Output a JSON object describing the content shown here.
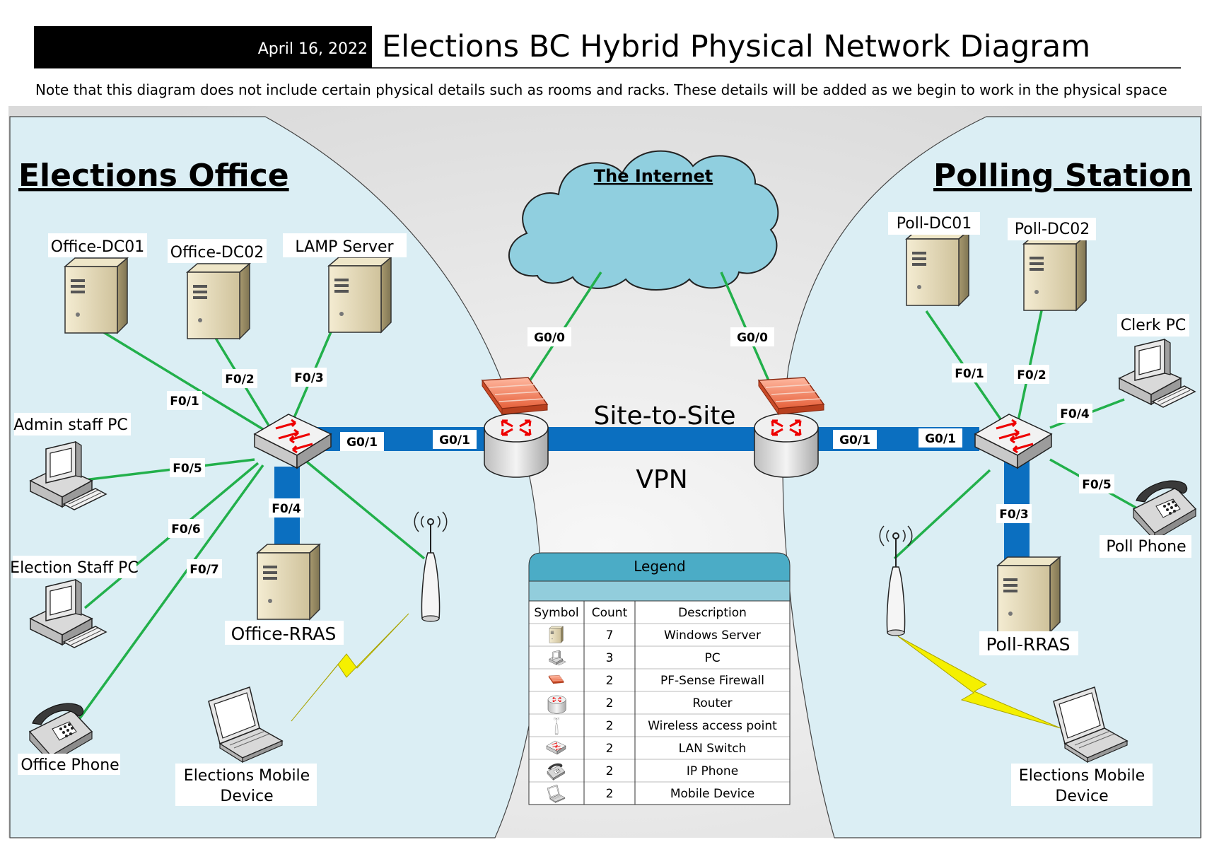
{
  "header": {
    "date": "April 16, 2022",
    "title": "Elections BC Hybrid Physical Network Diagram",
    "note": "Note that this diagram does not include certain physical details such as rooms and racks. These details will be added as we begin to work in the physical space"
  },
  "colors": {
    "zone_fill": "#dbeef4",
    "link_green": "#22b04b",
    "trunk_blue": "#0b6fc0",
    "cloud_fill": "#90cfdf",
    "legend_header": "#4bacc6",
    "legend_sub": "#92cddc",
    "bolt_yellow": "#f5f000"
  },
  "zones": {
    "office": "Elections Office",
    "poll": "Polling Station"
  },
  "cloud": {
    "label": "The Internet"
  },
  "vpn": {
    "line1": "Site-to-Site",
    "line2": "VPN"
  },
  "devices": {
    "office_dc01": "Office-DC01",
    "office_dc02": "Office-DC02",
    "lamp": "LAMP Server",
    "admin_pc": "Admin staff PC",
    "election_pc": "Election Staff PC",
    "office_phone": "Office Phone",
    "office_mobile_1": "Elections Mobile",
    "office_mobile_2": "Device",
    "office_rras": "Office-RRAS",
    "poll_dc01": "Poll-DC01",
    "poll_dc02": "Poll-DC02",
    "clerk_pc": "Clerk PC",
    "poll_phone": "Poll Phone",
    "poll_rras": "Poll-RRAS",
    "poll_mobile_1": "Elections Mobile",
    "poll_mobile_2": "Device"
  },
  "ports": {
    "o_f01": "F0/1",
    "o_f02": "F0/2",
    "o_f03": "F0/3",
    "o_f04": "F0/4",
    "o_f05": "F0/5",
    "o_f06": "F0/6",
    "o_f07": "F0/7",
    "o_sw_g01": "G0/1",
    "o_rt_g01": "G0/1",
    "o_rt_g00": "G0/0",
    "p_rt_g00": "G0/0",
    "p_rt_g01": "G0/1",
    "p_sw_g01": "G0/1",
    "p_f01": "F0/1",
    "p_f02": "F0/2",
    "p_f03": "F0/3",
    "p_f04": "F0/4",
    "p_f05": "F0/5"
  },
  "legend": {
    "title": "Legend",
    "headers": [
      "Symbol",
      "Count",
      "Description"
    ],
    "rows": [
      {
        "icon": "server-icon",
        "count": "7",
        "description": "Windows Server"
      },
      {
        "icon": "pc-icon",
        "count": "3",
        "description": "PC"
      },
      {
        "icon": "firewall-icon",
        "count": "2",
        "description": "PF-Sense Firewall"
      },
      {
        "icon": "router-icon",
        "count": "2",
        "description": "Router"
      },
      {
        "icon": "wireless-ap-icon",
        "count": "2",
        "description": "Wireless access point"
      },
      {
        "icon": "switch-icon",
        "count": "2",
        "description": "LAN Switch"
      },
      {
        "icon": "ip-phone-icon",
        "count": "2",
        "description": "IP Phone"
      },
      {
        "icon": "mobile-device-icon",
        "count": "2",
        "description": "Mobile Device"
      }
    ]
  }
}
